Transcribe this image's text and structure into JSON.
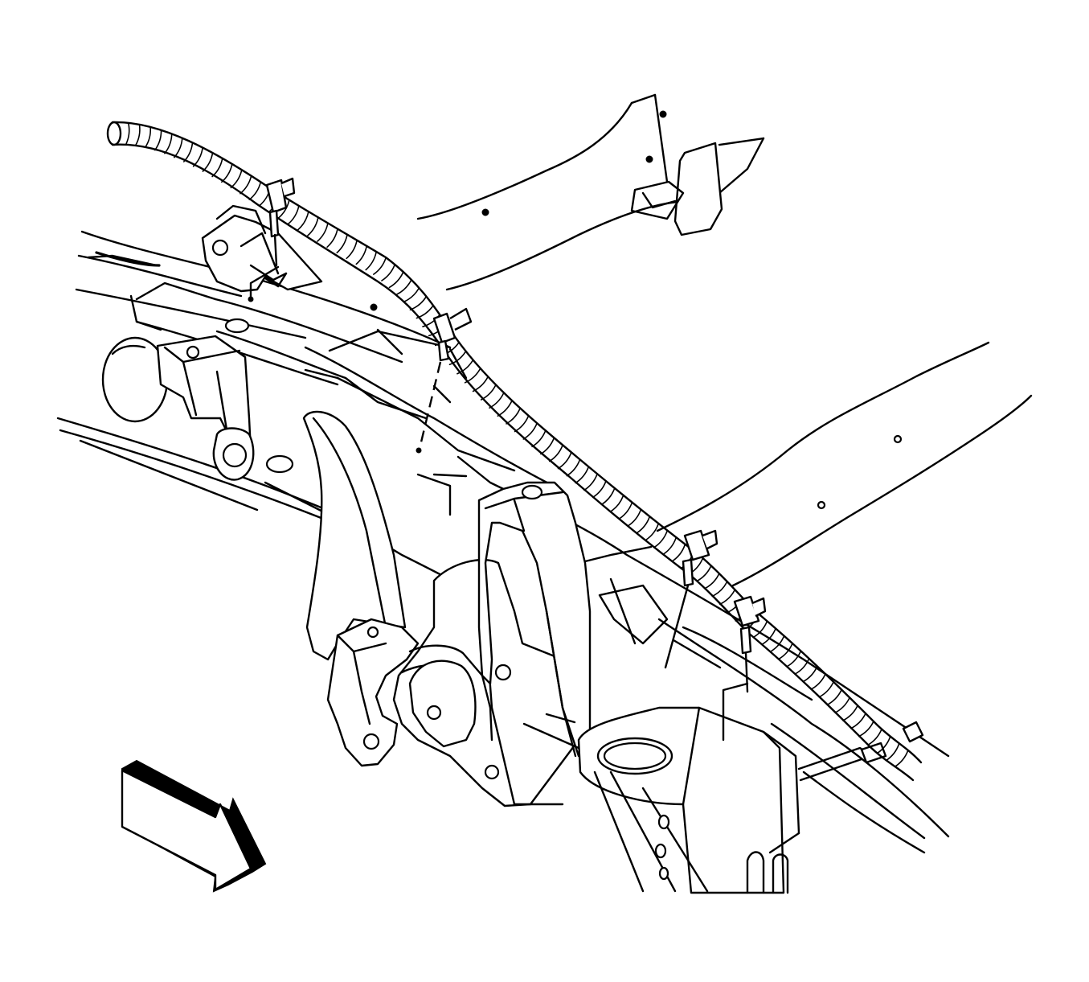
{
  "diagram": {
    "kind": "exploded-assembly-line-drawing",
    "background": "#ffffff",
    "ink": "#000000",
    "components": [
      "wiring-harness",
      "harness-clip",
      "frame-rail",
      "crossmember",
      "spring-hanger-bracket",
      "shackle-bracket",
      "tow-hook-bracket",
      "brake-line",
      "direction-arrow"
    ]
  }
}
